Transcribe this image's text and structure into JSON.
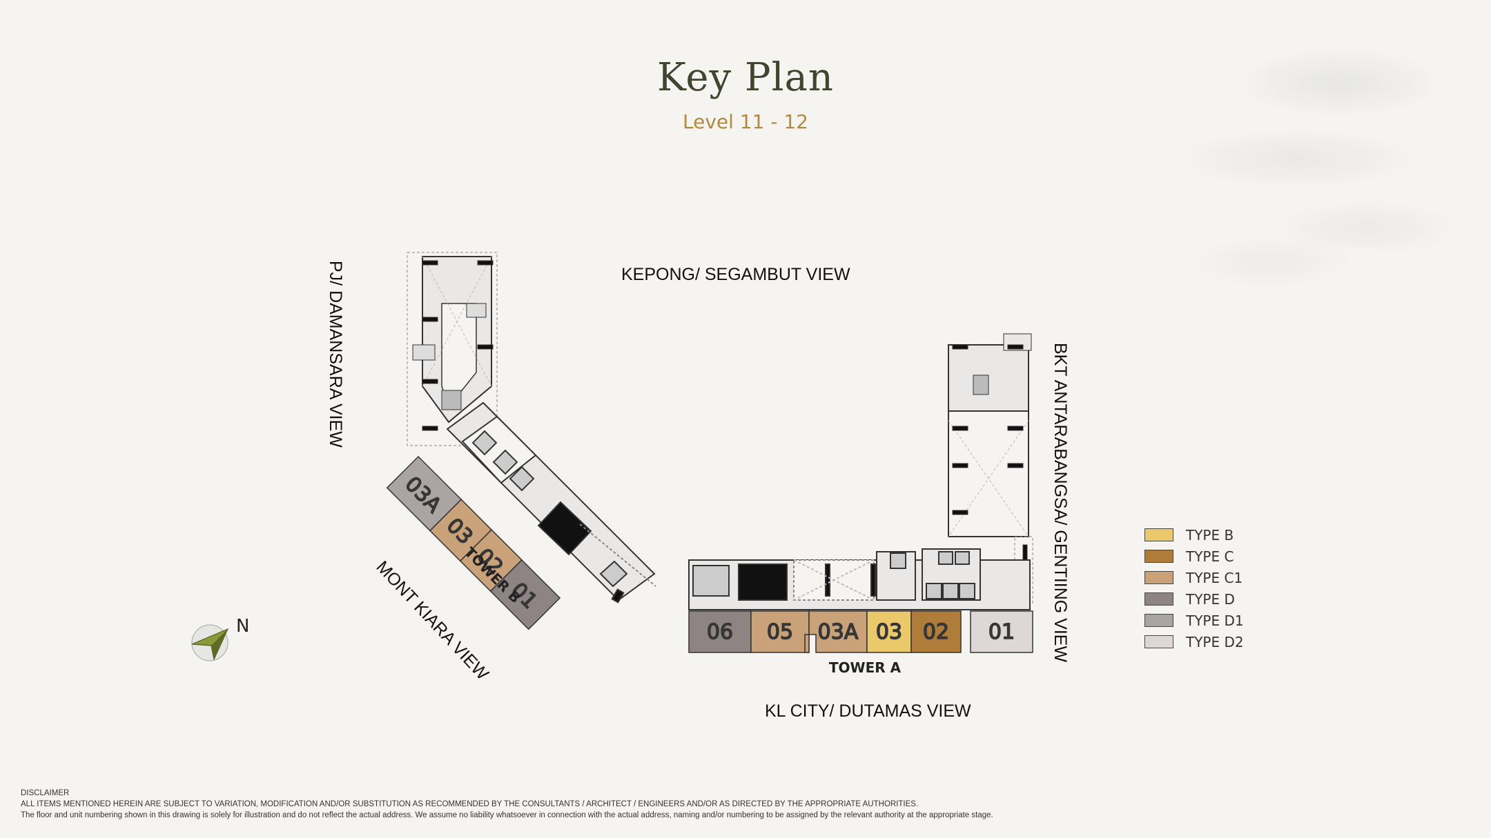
{
  "header": {
    "title": "Key Plan",
    "subtitle": "Level 11 - 12"
  },
  "views": {
    "top": "KEPONG/ SEGAMBUT VIEW",
    "bottom": "KL CITY/ DUTAMAS VIEW",
    "left": "PJ/ DAMANSARA VIEW",
    "right": "BKT ANTARABANGSA/ GENTIING VIEW",
    "mont_kiara": "MONT KIARA VIEW"
  },
  "towers": {
    "tower_a": {
      "label": "TOWER A",
      "units": [
        {
          "label": "06",
          "type": "TYPE D"
        },
        {
          "label": "05",
          "type": "TYPE C1"
        },
        {
          "label": "03A",
          "type": "TYPE C1"
        },
        {
          "label": "03",
          "type": "TYPE B"
        },
        {
          "label": "02",
          "type": "TYPE C"
        },
        {
          "label": "01",
          "type": "TYPE D2"
        }
      ]
    },
    "tower_b": {
      "label": "TOWER B",
      "units": [
        {
          "label": "03A",
          "type": "TYPE D1"
        },
        {
          "label": "03",
          "type": "TYPE C1"
        },
        {
          "label": "02",
          "type": "TYPE C1"
        },
        {
          "label": "01",
          "type": "TYPE D"
        }
      ]
    }
  },
  "legend": [
    {
      "label": "TYPE B",
      "color": "#ecc86d"
    },
    {
      "label": "TYPE C",
      "color": "#b07c3a"
    },
    {
      "label": "TYPE C1",
      "color": "#c9a27a"
    },
    {
      "label": "TYPE D",
      "color": "#8e8483"
    },
    {
      "label": "TYPE D1",
      "color": "#aaa4a2"
    },
    {
      "label": "TYPE D2",
      "color": "#ddd7d7"
    }
  ],
  "compass": {
    "label": "N"
  },
  "disclaimer": {
    "heading": "DISCLAIMER",
    "line1": "ALL ITEMS MENTIONED HEREIN ARE SUBJECT TO VARIATION, MODIFICATION AND/OR SUBSTITUTION AS RECOMMENDED BY THE CONSULTANTS / ARCHITECT / ENGINEERS AND/OR AS DIRECTED BY THE APPROPRIATE AUTHORITIES.",
    "line2": "The floor and unit numbering shown in this drawing is solely for illustration and do not reflect the actual address. We assume no liability whatsoever in connection with the actual address, naming and/or numbering to be assigned by the relevant authority at the appropriate stage."
  }
}
